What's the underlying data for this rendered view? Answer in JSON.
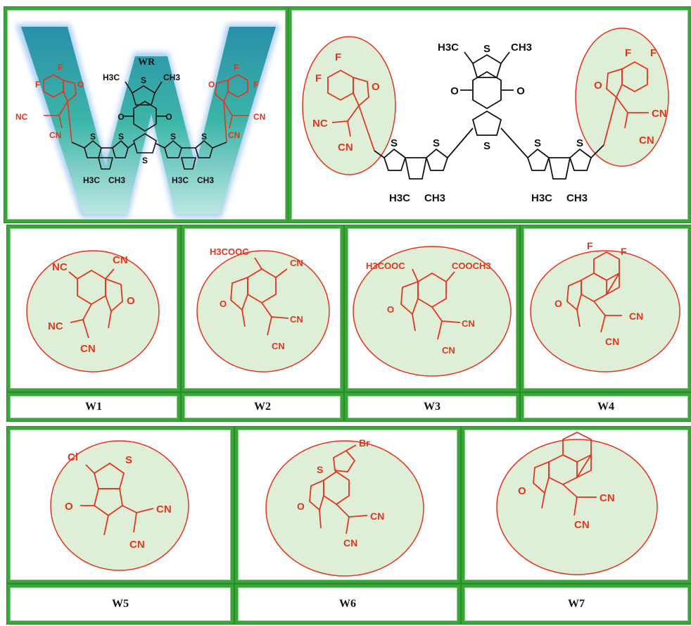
{
  "wr": {
    "title": "WR",
    "ch3": "CH3",
    "h3c": "H3C",
    "s": "S",
    "o": "O",
    "f": "F",
    "nc": "NC",
    "cn": "CN"
  },
  "atoms": {
    "s": "S",
    "o": "O",
    "f": "F",
    "nc": "NC",
    "cn": "CN",
    "cl": "Cl",
    "br": "Br",
    "ch3": "CH3",
    "h3c": "H3C",
    "h3cooc": "H3COOC",
    "cooch3": "COOCH3"
  },
  "labels": {
    "w1": "W1",
    "w2": "W2",
    "w3": "W3",
    "w4": "W4",
    "w5": "W5",
    "w6": "W6",
    "w7": "W7"
  },
  "colors": {
    "frame": "#3aa63a",
    "highlight": "#e6341c",
    "ellipse_fill": "#dfeed6",
    "w_gradient_top": "#2a8fa8",
    "w_gradient_mid": "#3cb5a8"
  }
}
